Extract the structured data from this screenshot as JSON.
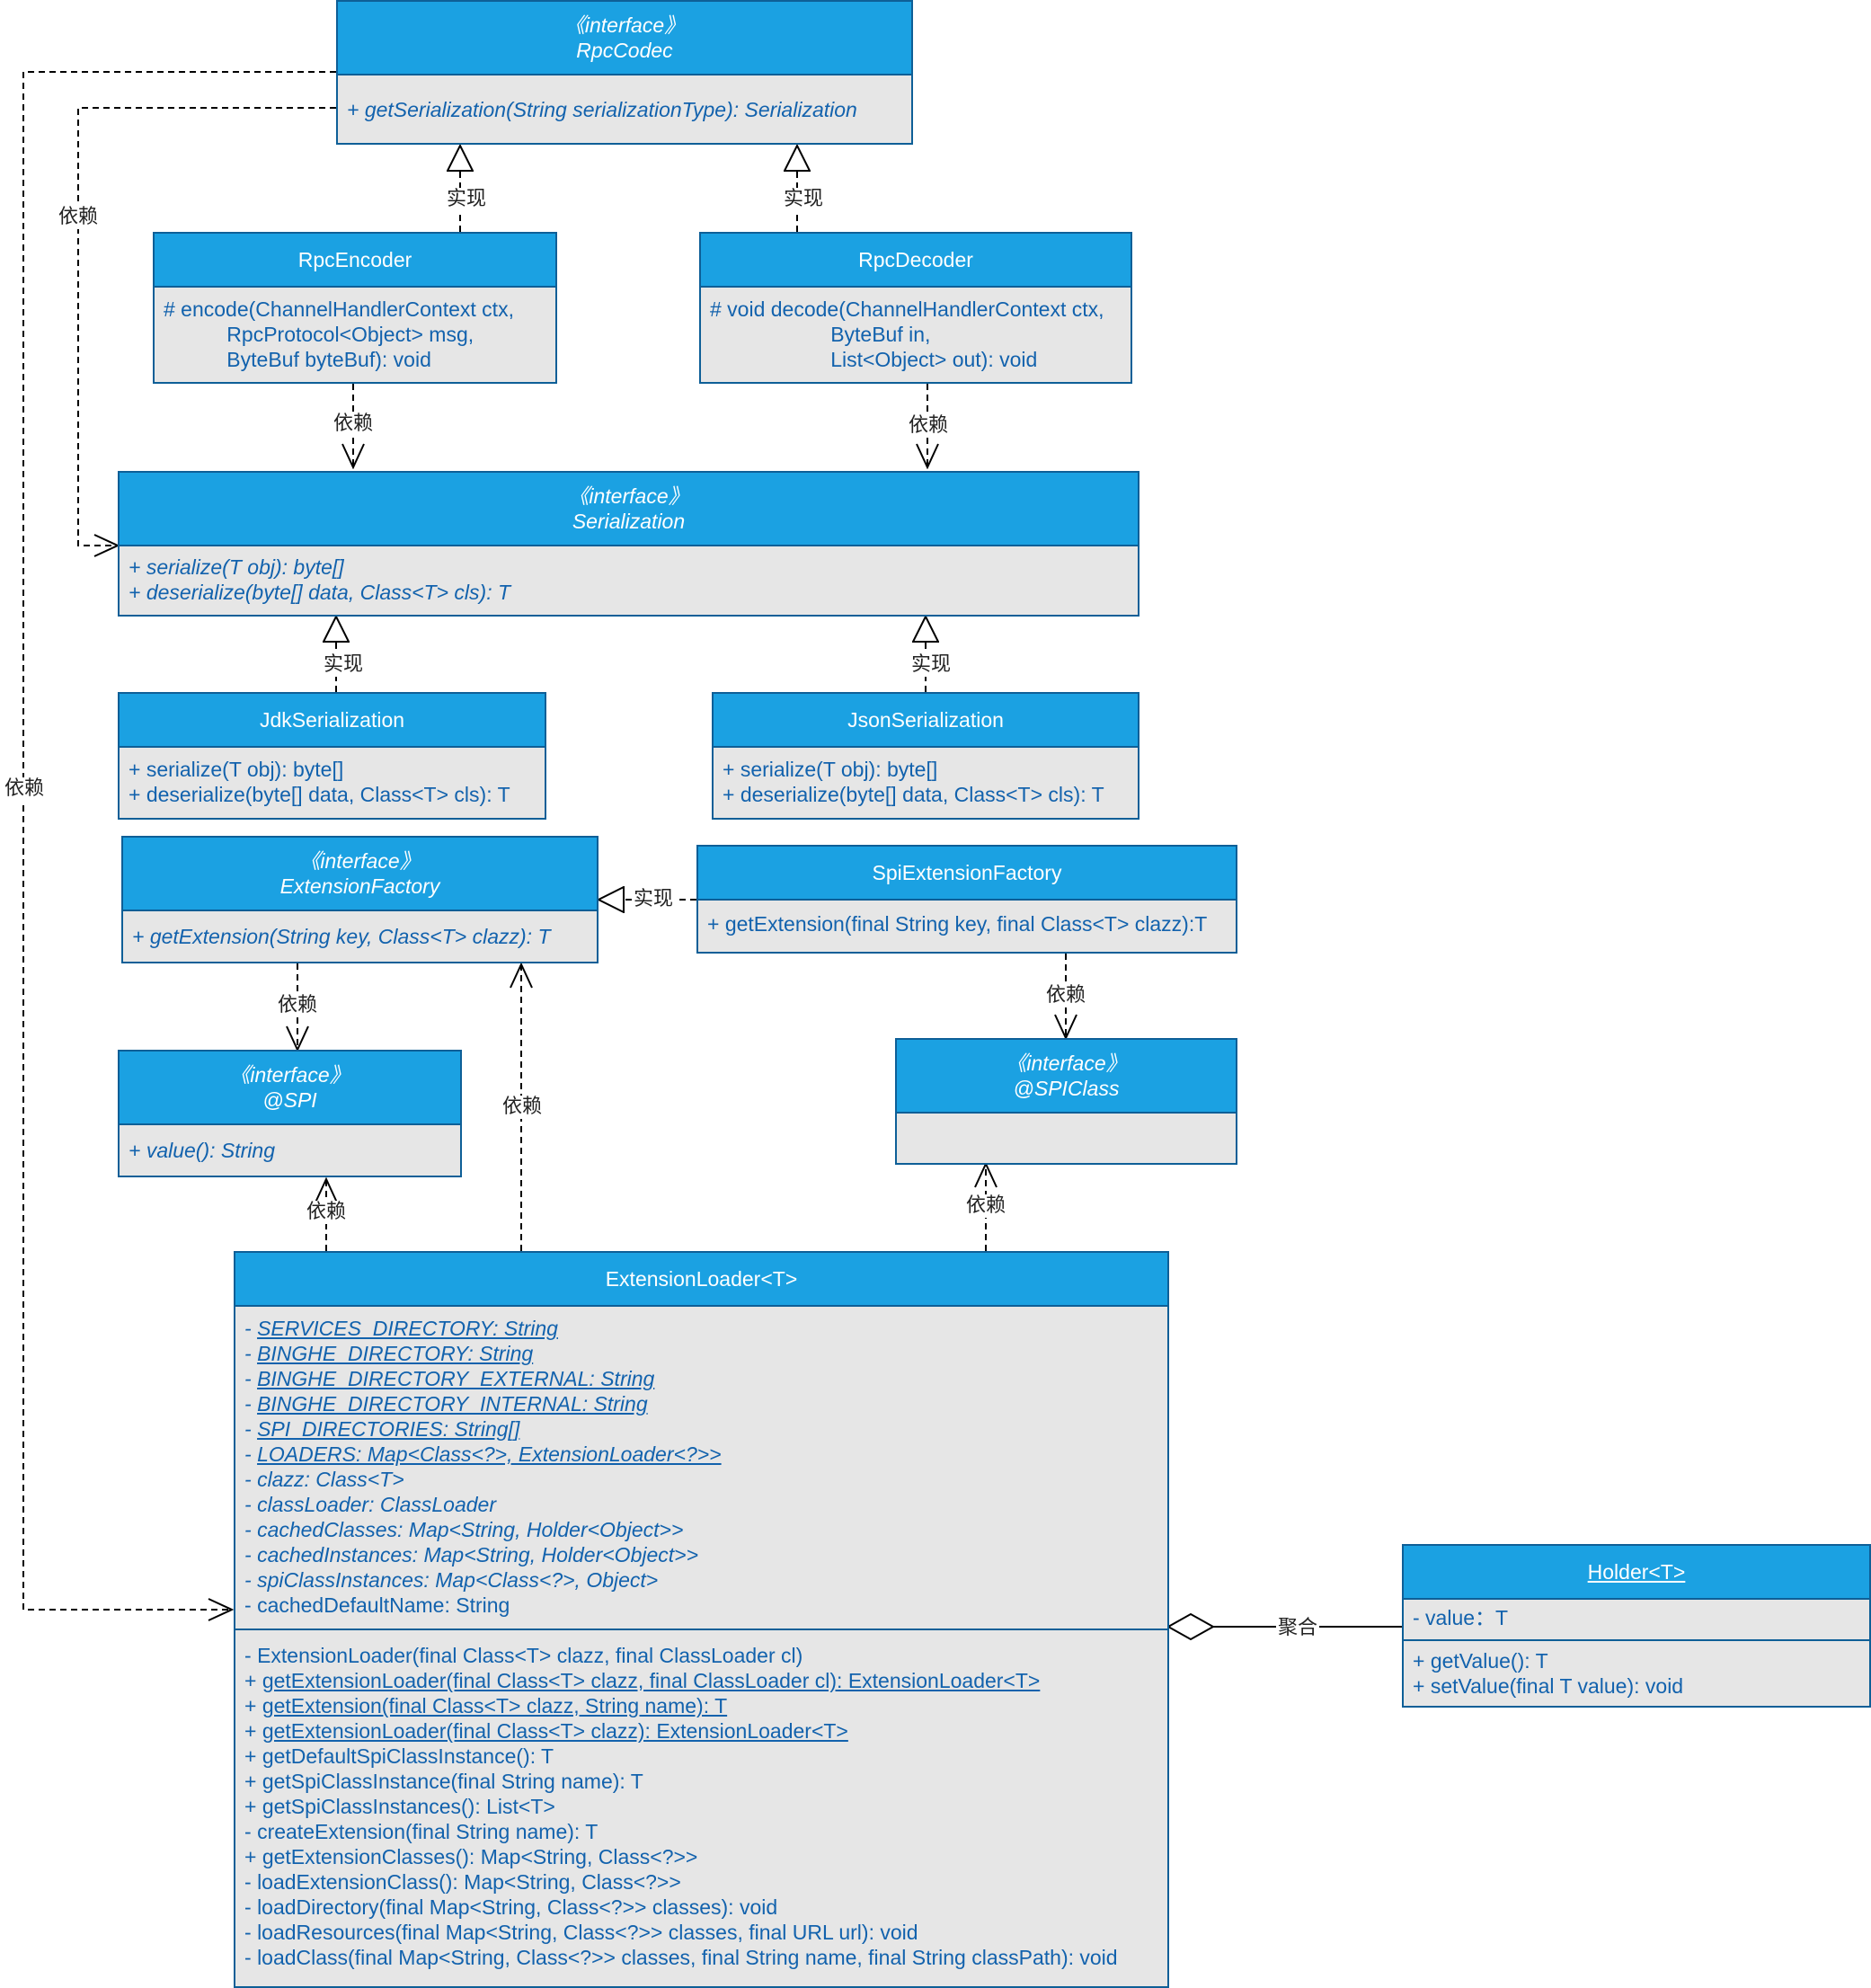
{
  "classes": {
    "rpc_codec": {
      "stereotype": "《interface》",
      "name": "RpcCodec",
      "methods": [
        "+ getSerialization(String serializationType): Serialization"
      ]
    },
    "rpc_encoder": {
      "name": "RpcEncoder",
      "methods": [
        "# encode(ChannelHandlerContext ctx,",
        "           RpcProtocol<Object> msg,",
        "           ByteBuf byteBuf): void"
      ]
    },
    "rpc_decoder": {
      "name": "RpcDecoder",
      "methods": [
        "# void decode(ChannelHandlerContext ctx,",
        "                     ByteBuf in,",
        "                     List<Object> out): void"
      ]
    },
    "serialization": {
      "stereotype": "《interface》",
      "name": "Serialization",
      "methods": [
        "+ serialize(T obj): byte[]",
        "+ deserialize(byte[] data, Class<T> cls): T"
      ]
    },
    "jdk_serialization": {
      "name": "JdkSerialization",
      "methods": [
        "+ serialize(T obj): byte[]",
        "+ deserialize(byte[] data, Class<T> cls): T"
      ]
    },
    "json_serialization": {
      "name": "JsonSerialization",
      "methods": [
        "+ serialize(T obj): byte[]",
        "+ deserialize(byte[] data, Class<T> cls): T"
      ]
    },
    "extension_factory": {
      "stereotype": "《interface》",
      "name": "ExtensionFactory",
      "methods": [
        "+ getExtension(String key, Class<T> clazz): T"
      ]
    },
    "spi_extension_factory": {
      "name": "SpiExtensionFactory",
      "methods": [
        "+ getExtension(final String key, final Class<T> clazz):T"
      ]
    },
    "spi": {
      "stereotype": "《interface》",
      "name": "@SPI",
      "methods": [
        "+ value(): String"
      ]
    },
    "spi_class": {
      "stereotype": "《interface》",
      "name": "@SPIClass"
    },
    "extension_loader": {
      "name": "ExtensionLoader<T>",
      "fields": [
        {
          "prefix": "- ",
          "text": "SERVICES_DIRECTORY: String",
          "underline": true
        },
        {
          "prefix": "- ",
          "text": "BINGHE_DIRECTORY: String",
          "underline": true
        },
        {
          "prefix": "- ",
          "text": "BINGHE_DIRECTORY_EXTERNAL: String",
          "underline": true
        },
        {
          "prefix": "- ",
          "text": "BINGHE_DIRECTORY_INTERNAL: String",
          "underline": true
        },
        {
          "prefix": "- ",
          "text": "SPI_DIRECTORIES: String[]",
          "underline": true
        },
        {
          "prefix": "- ",
          "text": "LOADERS: Map<Class<?>, ExtensionLoader<?>>",
          "underline": true
        },
        {
          "prefix": "- ",
          "text": "clazz: Class<T>",
          "underline": false
        },
        {
          "prefix": "- ",
          "text": "classLoader: ClassLoader",
          "underline": false
        },
        {
          "prefix": "- ",
          "text": "cachedClasses: Map<String, Holder<Object>>",
          "underline": false
        },
        {
          "prefix": "- ",
          "text": "cachedInstances: Map<String, Holder<Object>>",
          "underline": false
        },
        {
          "prefix": "- ",
          "text": "spiClassInstances: Map<Class<?>, Object>",
          "underline": false
        },
        {
          "prefix": "- ",
          "text": "cachedDefaultName: String",
          "underline": false,
          "upright": true
        }
      ],
      "methods": [
        {
          "prefix": "- ",
          "text": "ExtensionLoader(final Class<T> clazz, final ClassLoader cl)",
          "underline": false
        },
        {
          "prefix": "+ ",
          "text": "getExtensionLoader(final Class<T> clazz, final ClassLoader cl): ExtensionLoader<T>",
          "underline": true
        },
        {
          "prefix": "+ ",
          "text": "getExtension(final Class<T> clazz, String name): T",
          "underline": true
        },
        {
          "prefix": "+ ",
          "text": "getExtensionLoader(final Class<T> clazz): ExtensionLoader<T>",
          "underline": true
        },
        {
          "prefix": "+ ",
          "text": "getDefaultSpiClassInstance(): T",
          "underline": false
        },
        {
          "prefix": "+ ",
          "text": "getSpiClassInstance(final String name): T",
          "underline": false
        },
        {
          "prefix": "+ ",
          "text": "getSpiClassInstances(): List<T>",
          "underline": false
        },
        {
          "prefix": "- ",
          "text": "createExtension(final String name): T",
          "underline": false
        },
        {
          "prefix": "+ ",
          "text": "getExtensionClasses(): Map<String, Class<?>>",
          "underline": false
        },
        {
          "prefix": "- ",
          "text": "loadExtensionClass(): Map<String, Class<?>>",
          "underline": false
        },
        {
          "prefix": "- ",
          "text": "loadDirectory(final Map<String, Class<?>> classes): void",
          "underline": false
        },
        {
          "prefix": "- ",
          "text": "loadResources(final Map<String, Class<?>> classes, final URL url): void",
          "underline": false
        },
        {
          "prefix": "- ",
          "text": "loadClass(final Map<String, Class<?>> classes, final String name, final String classPath): void",
          "underline": false
        }
      ]
    },
    "holder": {
      "name": " Holder<T>",
      "fields": [
        "- value：T"
      ],
      "methods": [
        "+ getValue(): T",
        "+ setValue(final T value): void"
      ]
    }
  },
  "relations": {
    "realize": "实现",
    "depend": "依赖",
    "aggregate": "聚合"
  },
  "colors": {
    "header": "#1ba1e2",
    "body": "#e6e6e6",
    "border": "#0e5f97",
    "text": "#1262ad"
  }
}
